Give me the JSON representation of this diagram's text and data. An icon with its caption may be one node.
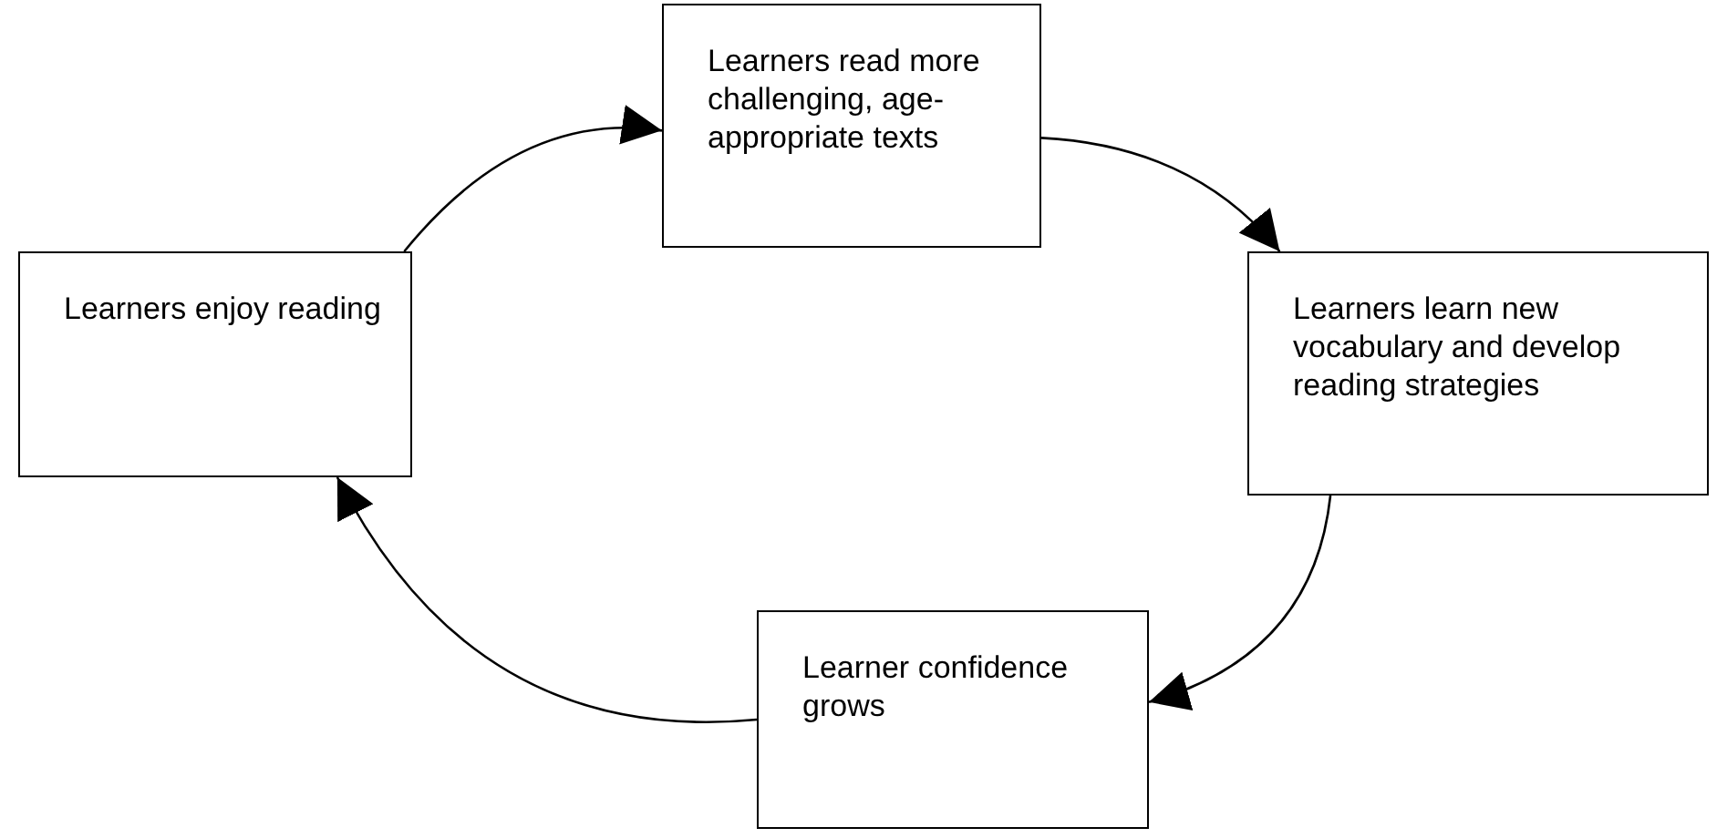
{
  "diagram": {
    "nodes": [
      {
        "text": [
          "Learners enjoy reading"
        ]
      },
      {
        "text": [
          "Learners read more challenging, age-appropriate texts"
        ]
      },
      {
        "text": [
          "Learners learn new vocabulary and develop reading strategies"
        ]
      },
      {
        "text": [
          "Learner confidence grows"
        ]
      }
    ],
    "edges": [
      {
        "from": 0,
        "to": 1,
        "arrow": "to"
      },
      {
        "from": 1,
        "to": 2,
        "arrow": "to"
      },
      {
        "from": 2,
        "to": 3,
        "arrow": "to"
      },
      {
        "from": 3,
        "to": 0,
        "arrow": "to"
      }
    ]
  }
}
